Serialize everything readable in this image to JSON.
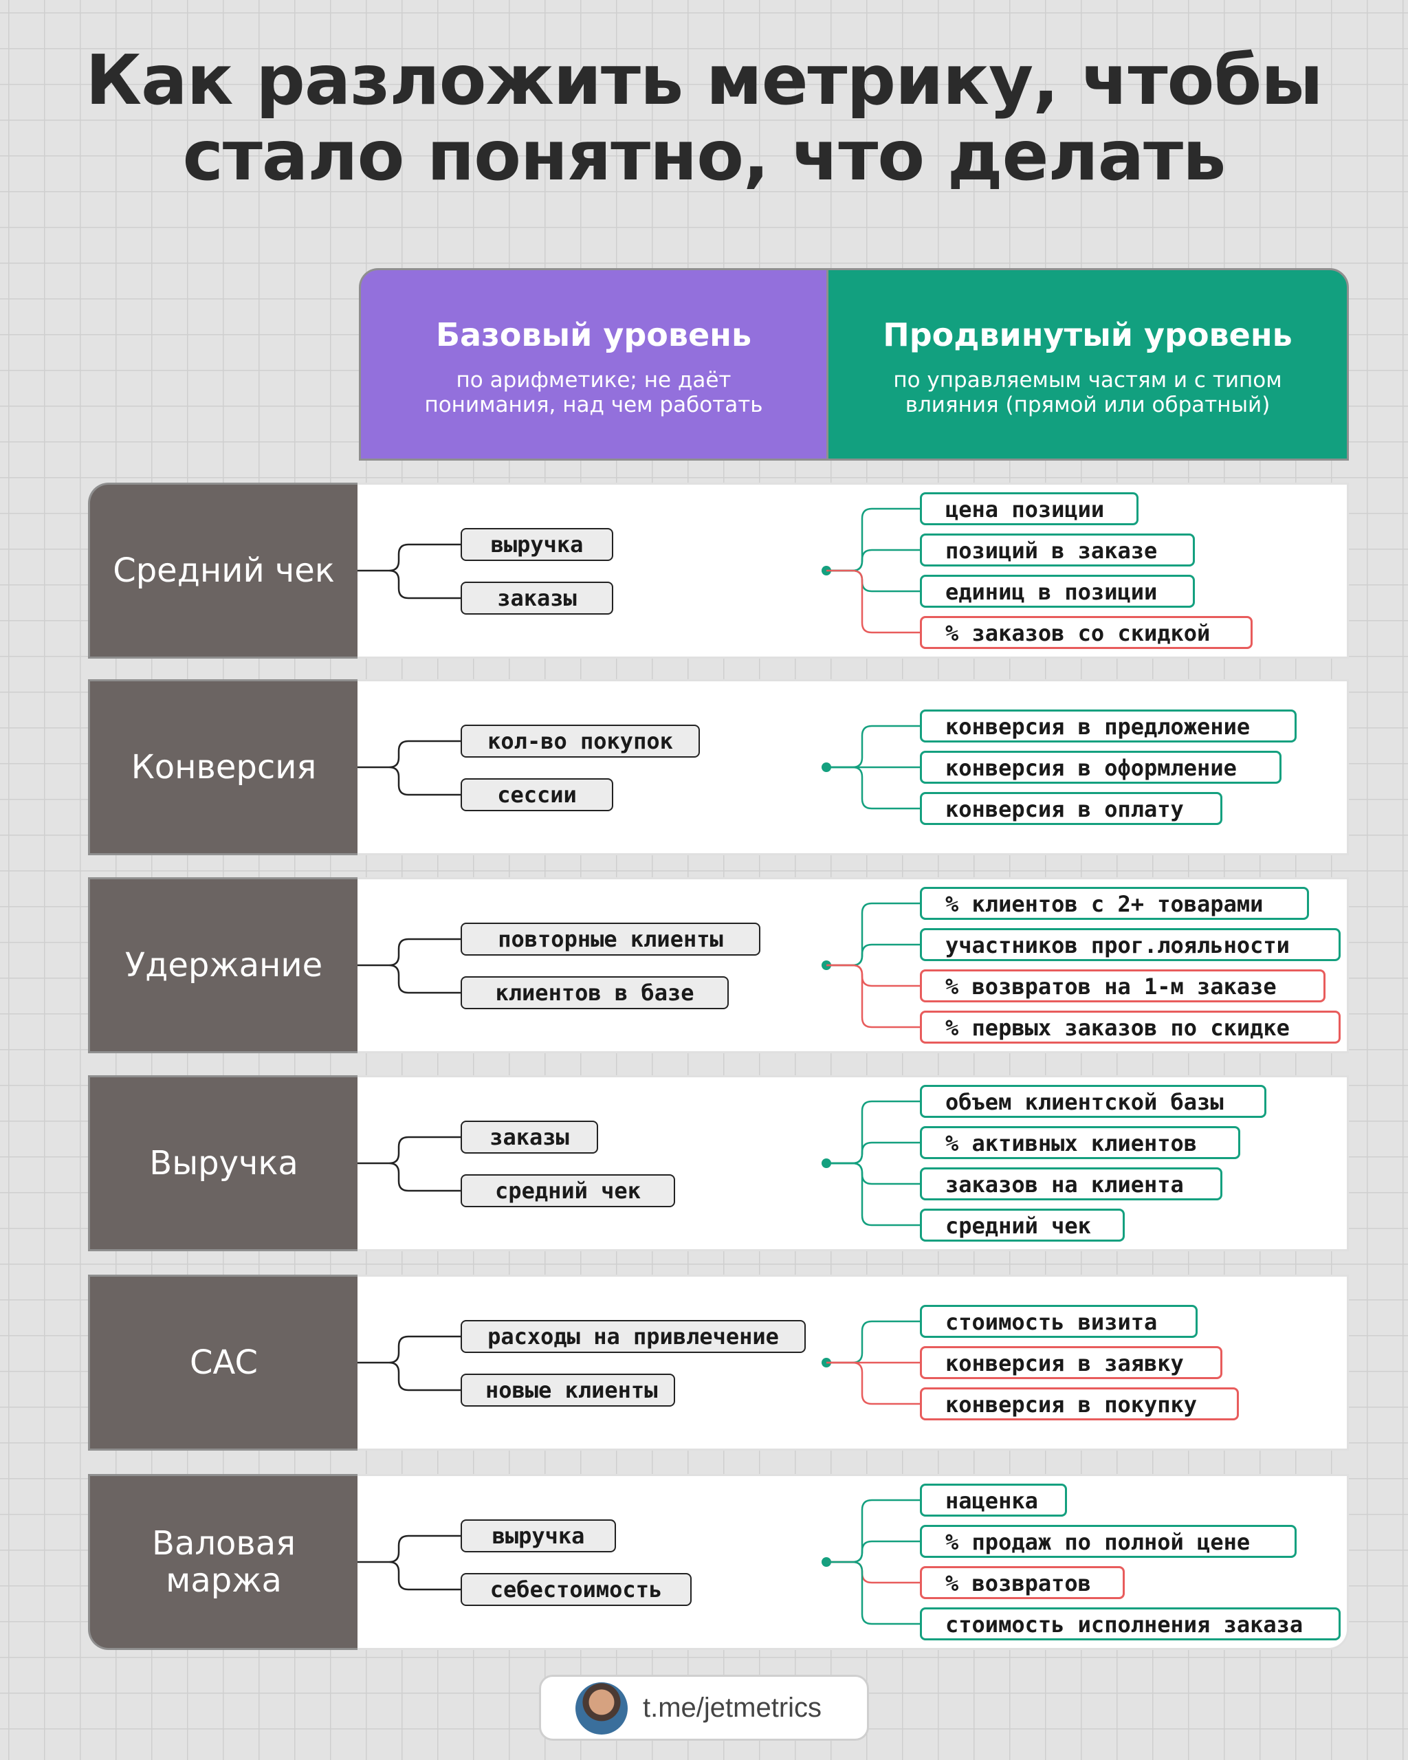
{
  "title": {
    "line1": "Как разложить метрику, чтобы",
    "line2": "стало понятно, что делать"
  },
  "columns": {
    "basic": {
      "title": "Базовый уровень",
      "subtitle": "по арифметике; не даёт понимания, над чем работать"
    },
    "advanced": {
      "title": "Продвинутый уровень",
      "subtitle": "по управляемым частям и с типом влияния (прямой или обратный)"
    }
  },
  "colors": {
    "basic_header": "#9370dc",
    "advanced_header": "#12a07f",
    "direct_influence": "#14a07f",
    "inverse_influence": "#e85c5c",
    "row_label_bg": "#6b6462"
  },
  "rows": [
    {
      "metric": "Средний чек",
      "basic": [
        "выручка",
        "заказы"
      ],
      "advanced": [
        {
          "text": "цена позиции",
          "influence": "direct"
        },
        {
          "text": "позиций в заказе",
          "influence": "direct"
        },
        {
          "text": "единиц в позиции",
          "influence": "direct"
        },
        {
          "text": "% заказов со скидкой",
          "influence": "inverse"
        }
      ]
    },
    {
      "metric": "Конверсия",
      "basic": [
        "кол-во покупок",
        "сессии"
      ],
      "advanced": [
        {
          "text": "конверсия в предложение",
          "influence": "direct"
        },
        {
          "text": "конверсия в оформление",
          "influence": "direct"
        },
        {
          "text": "конверсия в оплату",
          "influence": "direct"
        }
      ]
    },
    {
      "metric": "Удержание",
      "basic": [
        "повторные клиенты",
        "клиентов в базе"
      ],
      "advanced": [
        {
          "text": "% клиентов с 2+ товарами",
          "influence": "direct"
        },
        {
          "text": "участников прог.лояльности",
          "influence": "direct"
        },
        {
          "text": "% возвратов на 1-м заказе",
          "influence": "inverse"
        },
        {
          "text": "% первых заказов по скидке",
          "influence": "inverse"
        }
      ]
    },
    {
      "metric": "Выручка",
      "basic": [
        "заказы",
        "средний чек"
      ],
      "advanced": [
        {
          "text": "объем клиентской базы",
          "influence": "direct"
        },
        {
          "text": "% активных клиентов",
          "influence": "direct"
        },
        {
          "text": "заказов на клиента",
          "influence": "direct"
        },
        {
          "text": "средний чек",
          "influence": "direct"
        }
      ]
    },
    {
      "metric": "CAC",
      "basic": [
        "расходы на привлечение",
        "новые клиенты"
      ],
      "advanced": [
        {
          "text": "стоимость визита",
          "influence": "direct"
        },
        {
          "text": "конверсия в заявку",
          "influence": "inverse"
        },
        {
          "text": "конверсия в покупку",
          "influence": "inverse"
        }
      ]
    },
    {
      "metric": "Валовая маржа",
      "basic": [
        "выручка",
        "себестоимость"
      ],
      "advanced": [
        {
          "text": "наценка",
          "influence": "direct"
        },
        {
          "text": "% продаж по полной цене",
          "influence": "direct"
        },
        {
          "text": "% возвратов",
          "influence": "inverse"
        },
        {
          "text": "стоимость исполнения заказа",
          "influence": "direct"
        }
      ]
    }
  ],
  "footer": {
    "link": "t.me/jetmetrics",
    "avatar_icon": "author-avatar"
  }
}
